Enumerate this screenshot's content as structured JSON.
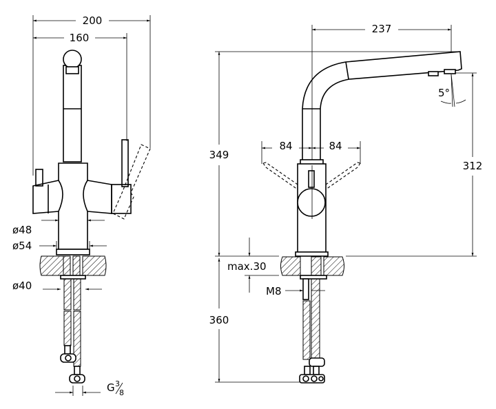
{
  "drawing": {
    "front_view": {
      "dims": {
        "overall_width": "200",
        "handle_width": "160",
        "body_dia_upper": "ø48",
        "body_dia_lower": "ø54",
        "shank_dia": "ø40",
        "connection": "G",
        "connection_num": "3",
        "connection_den": "8"
      }
    },
    "side_view": {
      "dims": {
        "spout_reach": "237",
        "overall_height": "349",
        "outlet_height": "312",
        "handle_left": "84",
        "handle_right": "84",
        "swivel_angle": "5°",
        "counter_thickness": "max.30",
        "thread": "M8",
        "hose_length": "360"
      }
    },
    "line_color": "#000000",
    "background_color": "#ffffff"
  }
}
